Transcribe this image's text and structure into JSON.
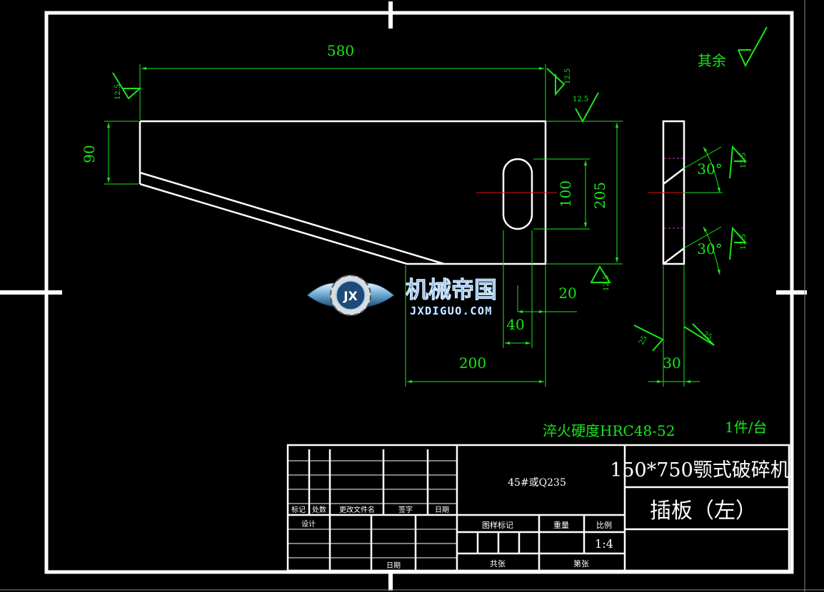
{
  "dimensions": {
    "length_total": "580",
    "height_left": "90",
    "slot_length": "100",
    "height_right": "205",
    "slot_offset": "20",
    "slot_width": "40",
    "bottom_width": "200",
    "side_thickness": "30",
    "angle_upper": "30°",
    "angle_lower": "30°"
  },
  "roughness": {
    "top_left": "12.5",
    "top_mid": "12.5",
    "top_right": "12.5",
    "side_upper": "12.5",
    "side_lower": "12.5",
    "bottom": "12.5",
    "side_bottom_left": "25",
    "side_bottom_right": "25",
    "rest_label": "其余"
  },
  "notes": {
    "hardness": "淬火硬度HRC48-52",
    "quantity": "1件/台"
  },
  "watermark": {
    "name": "机械帝国",
    "url": "JXDIGUO.COM",
    "badge": "JX"
  },
  "title_block": {
    "material": "45#或Q235",
    "machine_name": "150*750颚式破碎机",
    "part_name": "插板（左）",
    "scale": "1:4",
    "labels": {
      "mark": "标记",
      "count": "处数",
      "change_doc": "更改文件名",
      "signature": "签字",
      "date": "日期",
      "design": "设计",
      "date2": "日期",
      "stage_mark": "图样标记",
      "weight": "重量",
      "ratio": "比例",
      "total_sheets": "共张",
      "sheet_no": "第张"
    }
  },
  "colors": {
    "background": "#000000",
    "outline": "#ffffff",
    "dimension": "#19e619",
    "centerline": "#e01010",
    "hidden": "#cc33cc"
  }
}
